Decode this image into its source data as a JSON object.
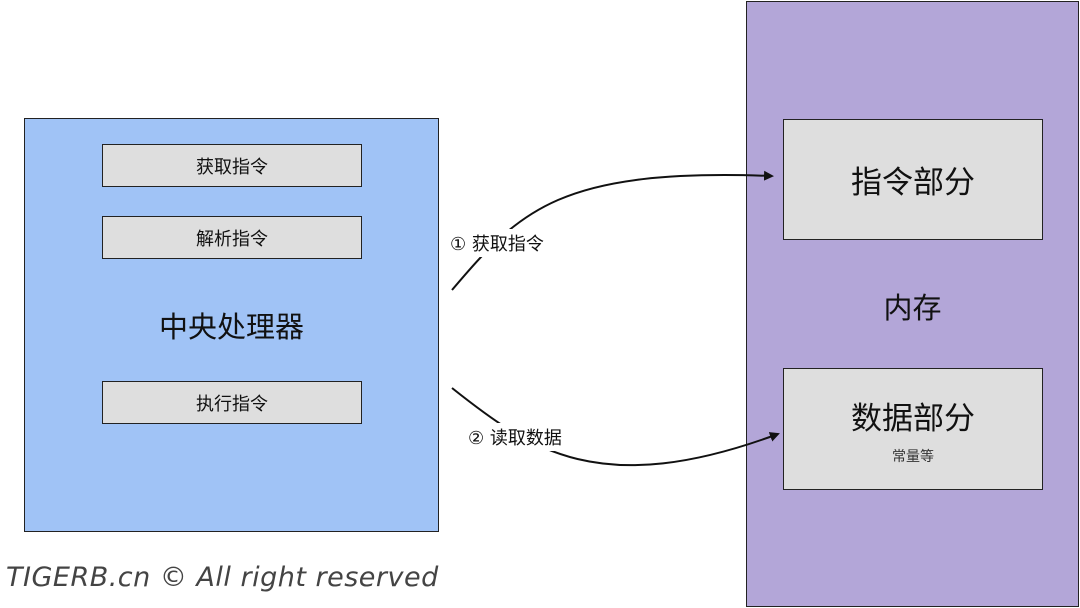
{
  "cpu": {
    "label": "中央处理器",
    "steps": {
      "fetch": "获取指令",
      "decode": "解析指令",
      "execute": "执行指令"
    }
  },
  "memory": {
    "label": "内存",
    "instruction_part": "指令部分",
    "data_part": "数据部分",
    "data_part_note": "常量等"
  },
  "arrows": {
    "fetch_label": "① 获取指令",
    "read_label": "② 读取数据"
  },
  "footer": {
    "copyright": "TIGERB.cn © All right reserved"
  },
  "colors": {
    "cpu_fill": "#a0c3f6",
    "memory_fill": "#b3a6d8",
    "box_fill": "#dedede"
  }
}
